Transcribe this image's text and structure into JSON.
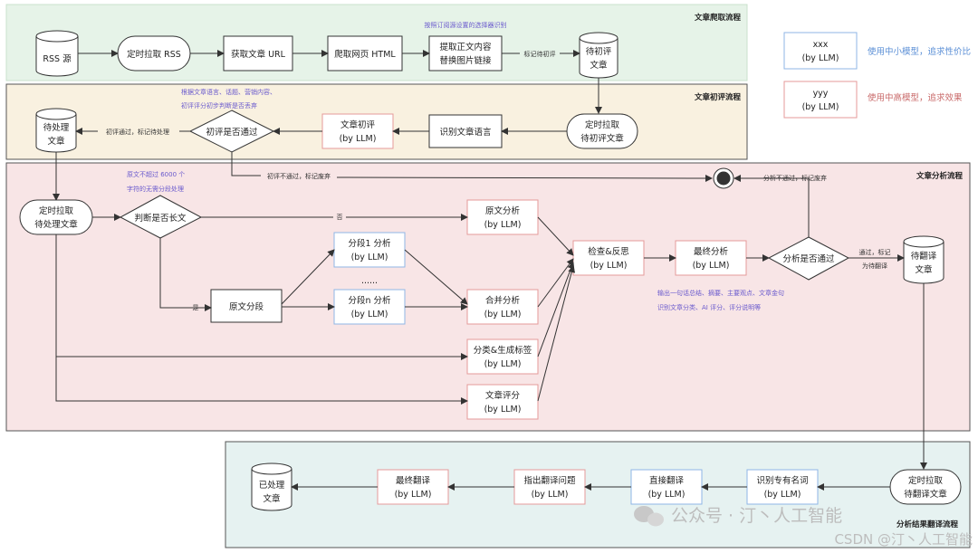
{
  "sections": {
    "crawl": "文章爬取流程",
    "review": "文章初评流程",
    "analysis": "文章分析流程",
    "translate": "分析结果翻译流程"
  },
  "legend": {
    "small_name": "xxx",
    "small_sub": "(by LLM)",
    "small_desc": "使用中小模型，追求性价比",
    "large_name": "yyy",
    "large_sub": "(by LLM)",
    "large_desc": "使用中高模型，追求效果"
  },
  "crawl": {
    "rss": "RSS 源",
    "fetch_rss": "定时拉取 RSS",
    "get_url": "获取文章 URL",
    "crawl_html": "爬取网页 HTML",
    "extract_1": "提取正文内容",
    "extract_2": "替换图片链接",
    "note": "按照订阅源设置的选择器识别",
    "mark_label": "标记待初评",
    "pending_1": "待初评",
    "pending_2": "文章"
  },
  "review": {
    "fetch_1": "定时拉取",
    "fetch_2": "待初评文章",
    "detect_lang": "识别文章语言",
    "review_1": "文章初评",
    "review_2": "(by LLM)",
    "decision": "初评是否通过",
    "note_1": "根据文章语言、话题、营销内容、",
    "note_2": "初评评分初步判断是否丢弃",
    "pass_label": "初评通过，标记待处理",
    "fail_label": "初评不通过，标记废弃",
    "todo_1": "待处理",
    "todo_2": "文章"
  },
  "analysis": {
    "fetch_1": "定时拉取",
    "fetch_2": "待处理文章",
    "is_long": "判断是否长文",
    "note_1": "原文不超过 6000 个",
    "note_2": "字符的无需分段处理",
    "no": "否",
    "yes": "是",
    "split": "原文分段",
    "seg1": "分段1 分析",
    "seg_dots": "......",
    "segn": "分段n 分析",
    "by_llm": "(by LLM)",
    "full": "原文分析",
    "merge": "合并分析",
    "classify": "分类&生成标签",
    "score": "文章评分",
    "check": "检查&反思",
    "final": "最终分析",
    "decision": "分析是否通过",
    "fail_label": "分析不通过，标记废弃",
    "pass_1": "通过，标记",
    "pass_2": "为待翻译",
    "out_note_1": "输出一句话总结、摘要、主要观点、文章金句",
    "out_note_2": "识别文章分类、AI 评分、评分说明等",
    "pending_1": "待翻译",
    "pending_2": "文章"
  },
  "translate": {
    "fetch_1": "定时拉取",
    "fetch_2": "待翻译文章",
    "terms": "识别专有名词",
    "direct": "直接翻译",
    "issues": "指出翻译问题",
    "final": "最终翻译",
    "by_llm": "(by LLM)",
    "done_1": "已处理",
    "done_2": "文章"
  },
  "watermark": {
    "wechat": "公众号 · 汀丶人工智能",
    "csdn": "CSDN @汀丶人工智能"
  },
  "colors": {
    "crawl_bg": "#e6f3e8",
    "review_bg": "#f9f1e0",
    "analysis_bg": "#f8e5e6",
    "translate_bg": "#e6f2f1",
    "small_model_border": "#8fb6e6",
    "large_model_border": "#e59a9a",
    "note_text": "#6a5acd"
  }
}
